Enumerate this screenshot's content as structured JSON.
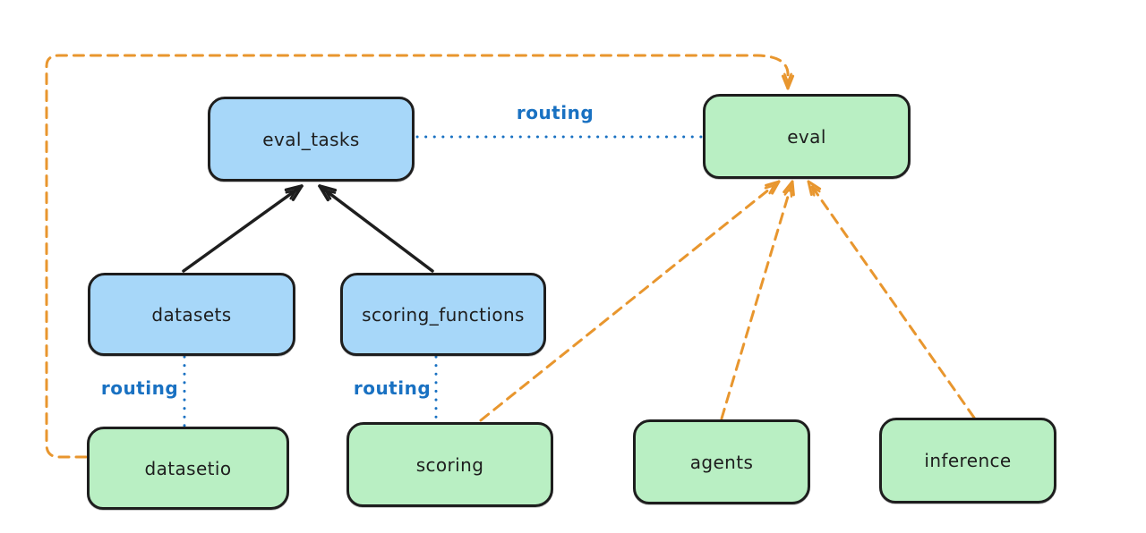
{
  "diagram": {
    "nodes": [
      {
        "id": "eval_tasks",
        "label": "eval_tasks",
        "kind": "registry",
        "fill": "#a7d7f9"
      },
      {
        "id": "eval",
        "label": "eval",
        "kind": "api",
        "fill": "#b9efc3"
      },
      {
        "id": "datasets",
        "label": "datasets",
        "kind": "registry",
        "fill": "#a7d7f9"
      },
      {
        "id": "scoring_functions",
        "label": "scoring_functions",
        "kind": "registry",
        "fill": "#a7d7f9"
      },
      {
        "id": "datasetio",
        "label": "datasetio",
        "kind": "api",
        "fill": "#b9efc3"
      },
      {
        "id": "scoring",
        "label": "scoring",
        "kind": "api",
        "fill": "#b9efc3"
      },
      {
        "id": "agents",
        "label": "agents",
        "kind": "api",
        "fill": "#b9efc3"
      },
      {
        "id": "inference",
        "label": "inference",
        "kind": "api",
        "fill": "#b9efc3"
      }
    ],
    "edges": [
      {
        "from": "eval_tasks",
        "to": "eval",
        "style": "dotted",
        "color": "#1971c2",
        "label": "routing"
      },
      {
        "from": "datasets",
        "to": "datasetio",
        "style": "dotted",
        "color": "#1971c2",
        "label": "routing"
      },
      {
        "from": "scoring_functions",
        "to": "scoring",
        "style": "dotted",
        "color": "#1971c2",
        "label": "routing"
      },
      {
        "from": "datasets",
        "to": "eval_tasks",
        "style": "solid-arrow",
        "color": "#1e1e1e",
        "label": ""
      },
      {
        "from": "scoring_functions",
        "to": "eval_tasks",
        "style": "solid-arrow",
        "color": "#1e1e1e",
        "label": ""
      },
      {
        "from": "datasetio",
        "to": "eval",
        "style": "dashed-arrow",
        "color": "#e8962e",
        "label": ""
      },
      {
        "from": "scoring",
        "to": "eval",
        "style": "dashed-arrow",
        "color": "#e8962e",
        "label": ""
      },
      {
        "from": "agents",
        "to": "eval",
        "style": "dashed-arrow",
        "color": "#e8962e",
        "label": ""
      },
      {
        "from": "inference",
        "to": "eval",
        "style": "dashed-arrow",
        "color": "#e8962e",
        "label": ""
      }
    ],
    "colors": {
      "background": "#ffffff",
      "node_stroke": "#1e1e1e",
      "blue_node_fill": "#a7d7f9",
      "green_node_fill": "#b9efc3",
      "routing_blue": "#1971c2",
      "dashed_orange": "#e8962e",
      "text": "#1e1e1e"
    }
  }
}
